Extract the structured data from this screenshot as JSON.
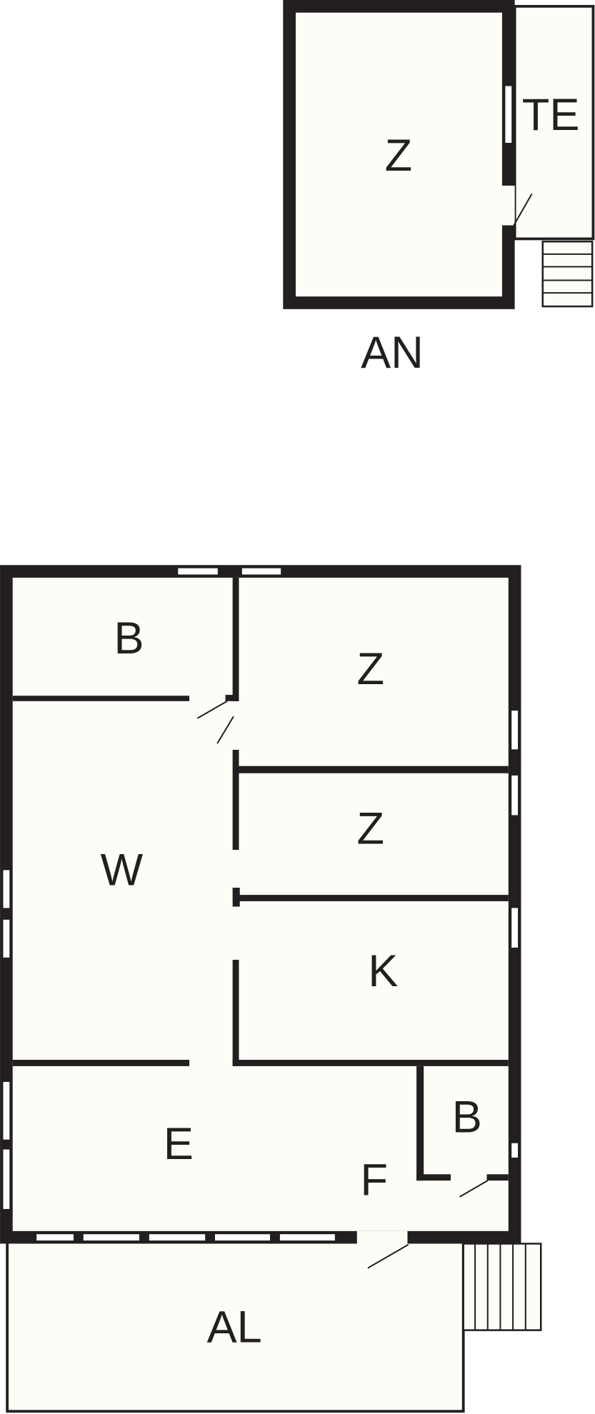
{
  "colors": {
    "wall": "#231f20",
    "floor": "#fdfdf8"
  },
  "annex": {
    "building_label": "AN",
    "rooms": {
      "main": "Z",
      "terrace": "TE"
    }
  },
  "main_house": {
    "rooms": {
      "bath_top": "B",
      "room_top": "Z",
      "room_middle": "Z",
      "living": "W",
      "kitchen": "K",
      "dining": "E",
      "bath_small": "B",
      "hall": "F",
      "porch": "AL"
    }
  }
}
